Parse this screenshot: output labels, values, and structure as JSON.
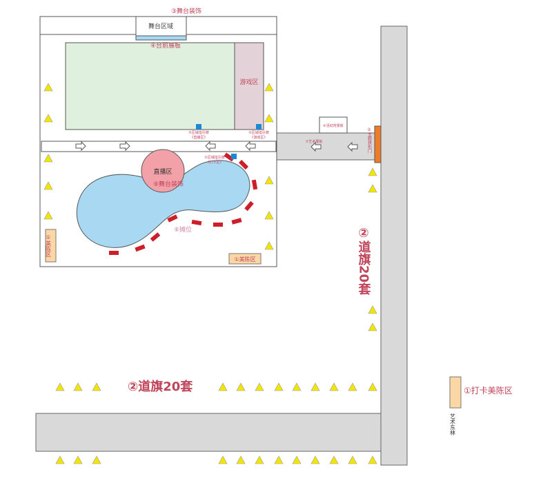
{
  "labels": {
    "stage_decor_top": "③舞台装饰",
    "stage_area": "舞台区域",
    "stage_front_board": "④台前展板",
    "game_zone": "游戏区",
    "live_zone": "直播区",
    "stage_decor_live": "⑨舞台装饰",
    "sign_a_1": "⑤区域指引牌",
    "sign_a_2": "《直播区》",
    "sign_b_1": "⑤区域指引牌",
    "sign_b_2": "《游戏区》",
    "sign_c_1": "⑤区域指引牌",
    "sign_c_2": "《打卡区》",
    "checkin_board": "⑥活动背景板",
    "art_board": "⑦艺术展板",
    "arch_gate": "②主题拱形门",
    "stalls": "⑧摊位",
    "display_left": "①美陈区",
    "display_right": "①美陈区",
    "flags_vertical": "②道旗20套",
    "flags_horizontal": "②道旗20套",
    "checkin_display": "①打卡美陈区",
    "art_forest": "艺术东林"
  },
  "colors": {
    "accent": "#c0455a",
    "field": "#dff0df",
    "water": "#a8d8f2",
    "road": "#d9d9d9",
    "gate": "#ee7d2a",
    "triangle": "#f2e600"
  }
}
